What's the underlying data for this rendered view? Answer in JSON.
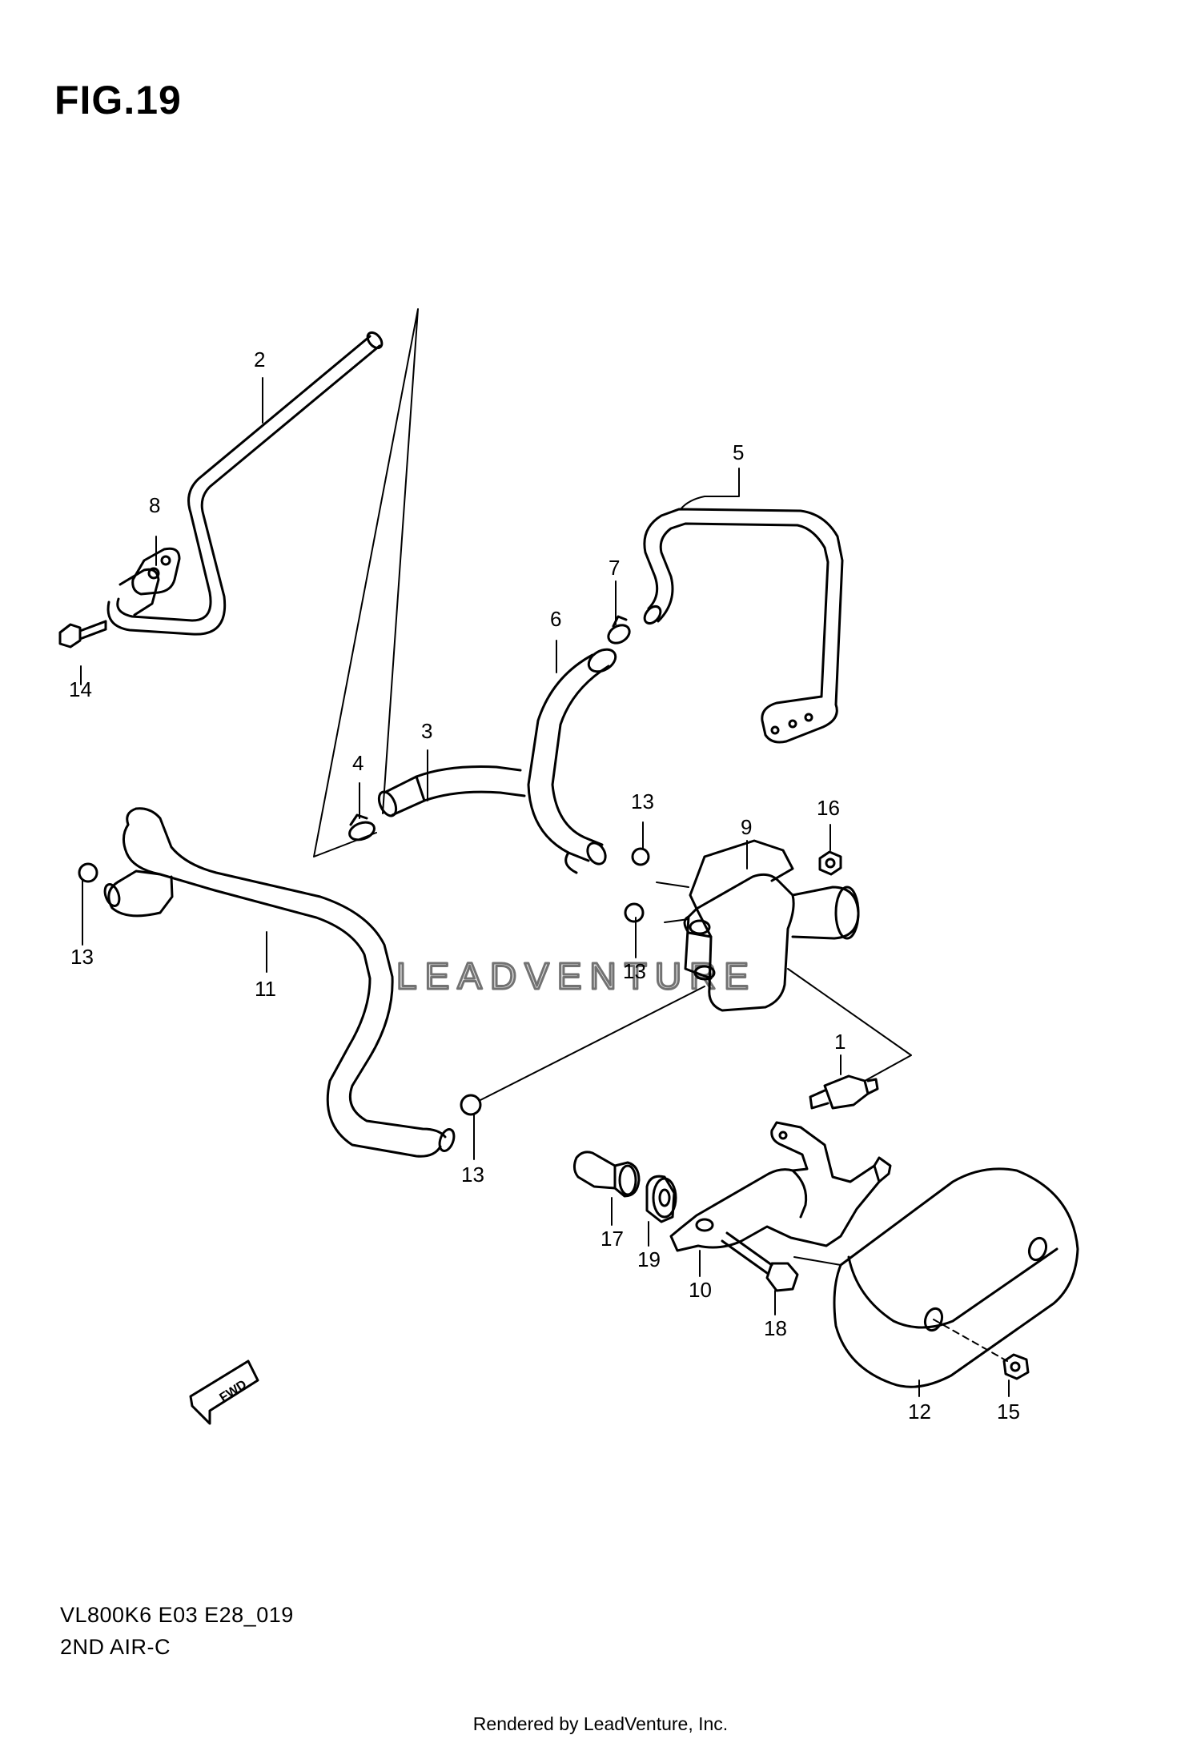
{
  "figure": {
    "title": "FIG.19",
    "code": "VL800K6 E03 E28_019",
    "name": "2ND AIR-C"
  },
  "callouts": {
    "p1": "1",
    "p2": "2",
    "p3": "3",
    "p4": "4",
    "p5": "5",
    "p6": "6",
    "p7": "7",
    "p8": "8",
    "p9": "9",
    "p10": "10",
    "p11": "11",
    "p12": "12",
    "p13a": "13",
    "p13b": "13",
    "p13c": "13",
    "p13d": "13",
    "p14": "14",
    "p15": "15",
    "p16": "16",
    "p17": "17",
    "p18": "18",
    "p19": "19"
  },
  "fwd_label": "FWD",
  "watermark": "LEADVENTURE",
  "footer": "Rendered by LeadVenture, Inc."
}
